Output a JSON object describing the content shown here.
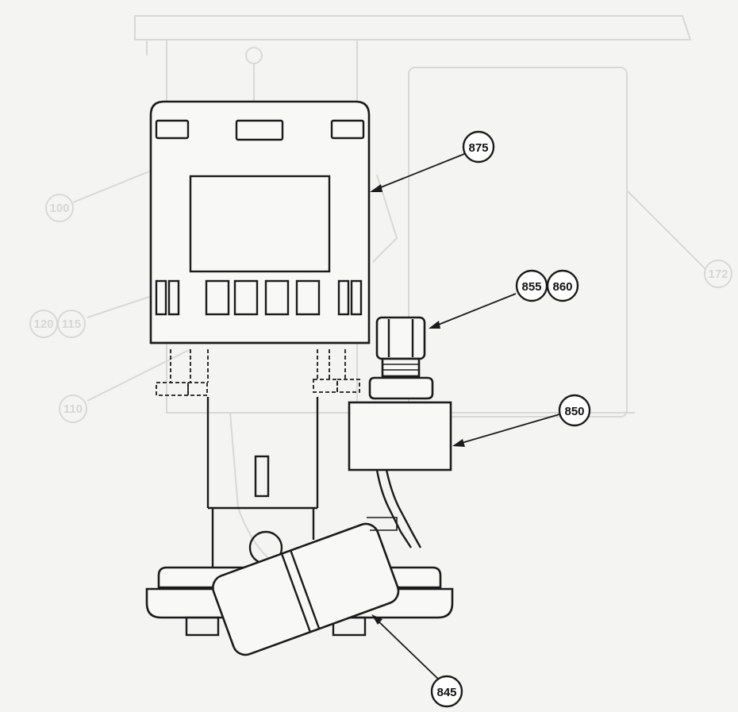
{
  "callouts": {
    "c875": "875",
    "c855": "855",
    "c860": "860",
    "c850": "850",
    "c845": "845"
  },
  "ghost_callouts": {
    "g100": "100",
    "g172": "172",
    "g120": "120",
    "g115": "115",
    "g110": "110"
  },
  "colors": {
    "ink": "#1b1b1b",
    "ghost": "#d8d8d6",
    "paper": "#f4f4f2"
  }
}
